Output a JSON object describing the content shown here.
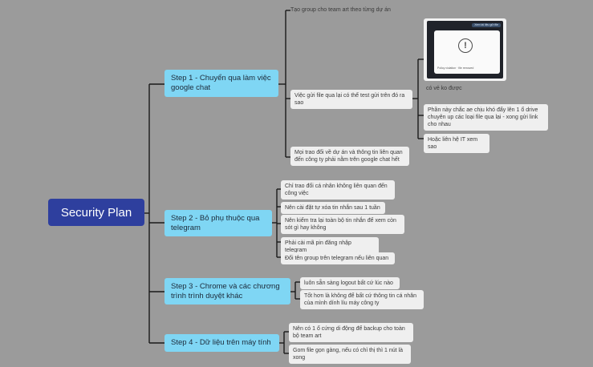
{
  "root": "Security Plan",
  "steps": [
    {
      "label": "Step 1 -  Chuyển qua làm việc google chat",
      "items": [
        "Tạo group cho team art theo từng dự án",
        "Việc gửi file qua lại có thể test gửi trên đó ra sao",
        "Mọi trao đổi về dự án và thông tin liên quan đến công ty phải nằm trên google chat hết"
      ],
      "sub": {
        "image_button": "Xem tài liệu gửi file",
        "image_footer": "Policy violation · file removed",
        "caption": "có vẻ ko được",
        "items": [
          "Phần này chắc ae chịu khó đẩy lên 1 ổ drive chuyên up các loại file qua lại - xong gửi link cho nhau",
          "Hoặc liên hệ IT xem sao"
        ]
      }
    },
    {
      "label": "Step 2 -  Bỏ phụ thuộc qua telegram",
      "items": [
        "Chỉ trao đổi cá nhân không liên quan đến công việc",
        "Nên cài đặt tự xóa tin nhắn sau 1 tuần",
        "Nên kiểm tra lại toàn bộ tin nhắn để xem còn sót gì hay không",
        "Phải cài mã pin đăng nhập telegram",
        "Đổi tên group trên telegram nếu liên quan"
      ]
    },
    {
      "label": "Step 3 -  Chrome và các chương trình trình duyệt khác",
      "items": [
        "luôn sẵn sàng logout bất cứ lúc nào",
        "Tốt hơn là không để bất cứ thông tin cá nhân của mình dính líu máy công ty"
      ]
    },
    {
      "label": "Step 4 -  Dữ liệu trên máy tính",
      "items": [
        "Nên có 1 ổ cứng di động để backup cho toàn bộ team art",
        "Gom file gọn gàng, nếu có chỉ thị thì 1 nút là xong"
      ]
    }
  ],
  "colors": {
    "background": "#9b9b9b",
    "root": "#2e3f9e",
    "step": "#7fd6f4",
    "leaf": "#efefef",
    "line": "#1a1a1a"
  },
  "icons": {
    "thumbnail_warning": "warning-circle-icon"
  }
}
